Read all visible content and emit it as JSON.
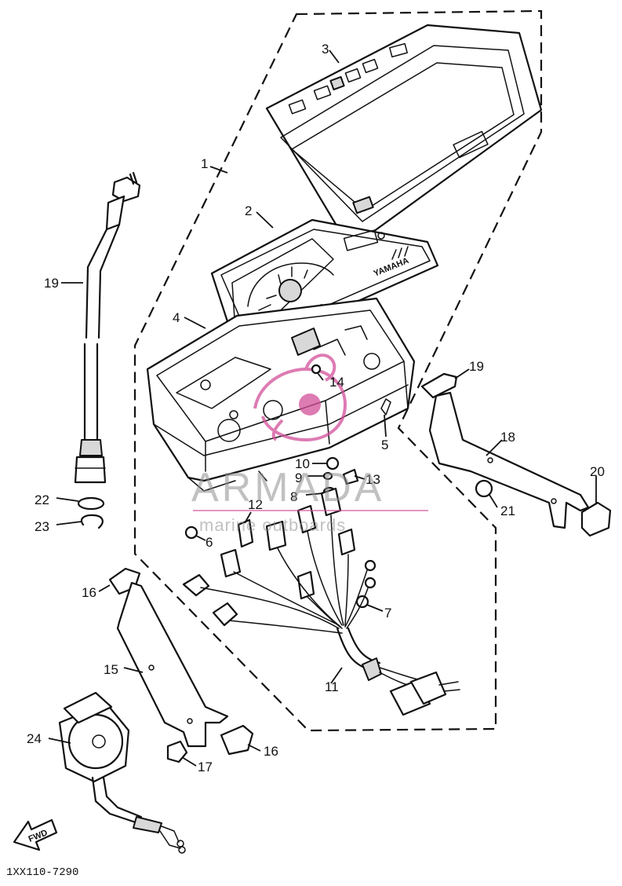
{
  "diagram_code": "1XX110-7290",
  "watermark": {
    "brand": "ARMADA",
    "tagline": "marine outboards"
  },
  "cluster_brand": "YAMAHA",
  "direction_label": "FWD",
  "callouts": [
    "1",
    "2",
    "3",
    "4",
    "5",
    "6",
    "7",
    "8",
    "9",
    "10",
    "11",
    "12",
    "13",
    "14",
    "15",
    "16",
    "16",
    "17",
    "18",
    "19",
    "19",
    "20",
    "21",
    "22",
    "23",
    "24"
  ],
  "colors": {
    "line": "#111111",
    "watermark": "#8f8f8f",
    "logo": "#d24f9a"
  }
}
